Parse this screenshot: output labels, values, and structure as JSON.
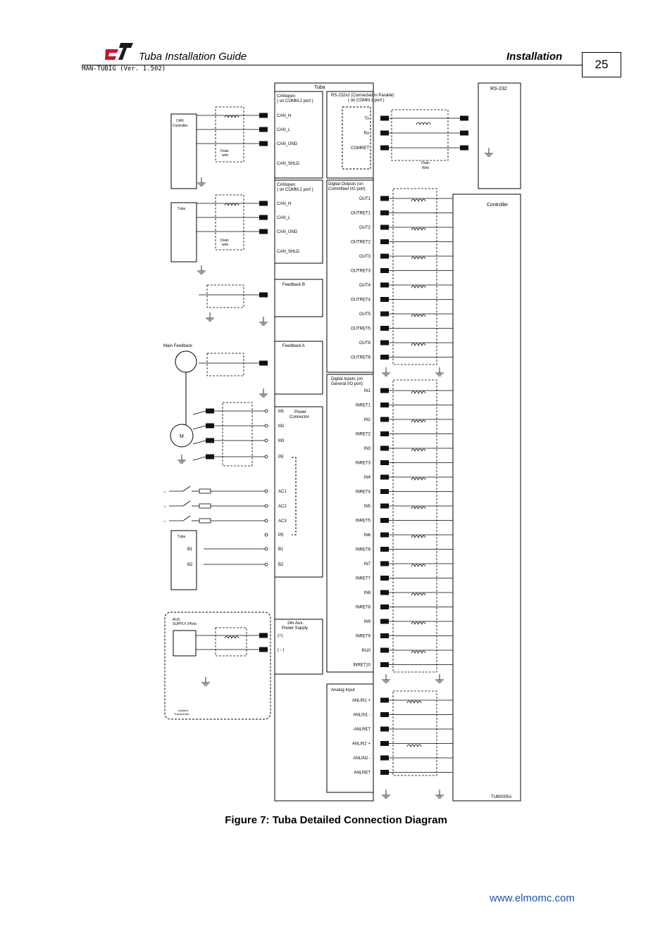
{
  "header": {
    "title": "Tuba Installation Guide",
    "subtitle": "MAN-TUBIG (Ver. 1.502)",
    "section": "Installation",
    "page_number": "25"
  },
  "diagram": {
    "drawing_id": "TUB0005A",
    "device_label": "Tuba",
    "blocks": {
      "canopen1_title": [
        "CANopen",
        "( on COMM.2 port )"
      ],
      "canopen2_title": [
        "CANopen",
        "( on COMM.2 port )"
      ],
      "rs232_title": [
        "RS-232x2 (Connected in Parallel)",
        "( on COMM.1 port )"
      ],
      "rs232_right": "RS-232",
      "digital_outputs_title": [
        "Digital Outputs (on",
        "Committed I/O port)"
      ],
      "digital_inputs_title": [
        "Digital Inputs (on",
        "General I/O port)"
      ],
      "analog_title": "Analog Input",
      "feedback_b": "Feedback B",
      "feedback_a": "Feedback A",
      "power_title": [
        "Power",
        "Connector"
      ],
      "aux_title": [
        "24v Aux.",
        "Power Supply"
      ],
      "controller": "Controller"
    },
    "can_pins": [
      "CAN_H",
      "CAN_L",
      "CAN_GND",
      "CAN_SHLD"
    ],
    "rs232_pins": [
      "Tx",
      "Rx",
      "COMRET"
    ],
    "power_pins": [
      "M1",
      "M2",
      "M3",
      "PE",
      "AC1",
      "AC2",
      "AC3",
      "PE",
      "B1",
      "B2"
    ],
    "aux_pins": [
      "(+)",
      "( - )"
    ],
    "digital_outputs": [
      "OUT1",
      "OUTRET1",
      "OUT2",
      "OUTRET2",
      "OUT3",
      "OUTRET3",
      "OUT4",
      "OUTRET4",
      "OUT5",
      "OUTRET5",
      "OUT6",
      "OUTRET6"
    ],
    "digital_inputs": [
      "IN1",
      "INRET1",
      "IN2",
      "INRET2",
      "IN3",
      "INRET3",
      "IN4",
      "INRET4",
      "IN5",
      "INRET5",
      "IN6",
      "INRET6",
      "IN7",
      "INRET7",
      "IN8",
      "INRET8",
      "IN9",
      "INRET9",
      "IN10",
      "INRET10"
    ],
    "analog_pins": [
      "ANLIN1 +",
      "ANLIN1 -",
      "ANLRET",
      "ANLIN2 +",
      "ANLIN2 -",
      "ANLRET"
    ],
    "external": {
      "can_controller": [
        "CAN",
        "Controller"
      ],
      "tuba_box_1": "Tuba",
      "tuba_box_2": "Tuba",
      "drain_wire": [
        "Drain",
        "wire"
      ],
      "drain_wire_rs": [
        "Drain",
        "Wire"
      ],
      "main_feedback": "Main Feedback",
      "motor": "M",
      "aux_supply": [
        "AUX.",
        "SUPPLY 24Vᴅᴄ"
      ],
      "isolated_transformer": [
        "Isolated",
        "Transformer"
      ],
      "ac_symbol": "~"
    }
  },
  "caption": "Figure 7: Tuba Detailed Connection Diagram",
  "footer": {
    "url": "www.elmomc.com"
  },
  "colors": {
    "logo_red": "#c8102e",
    "link_blue": "#1f52b8"
  }
}
